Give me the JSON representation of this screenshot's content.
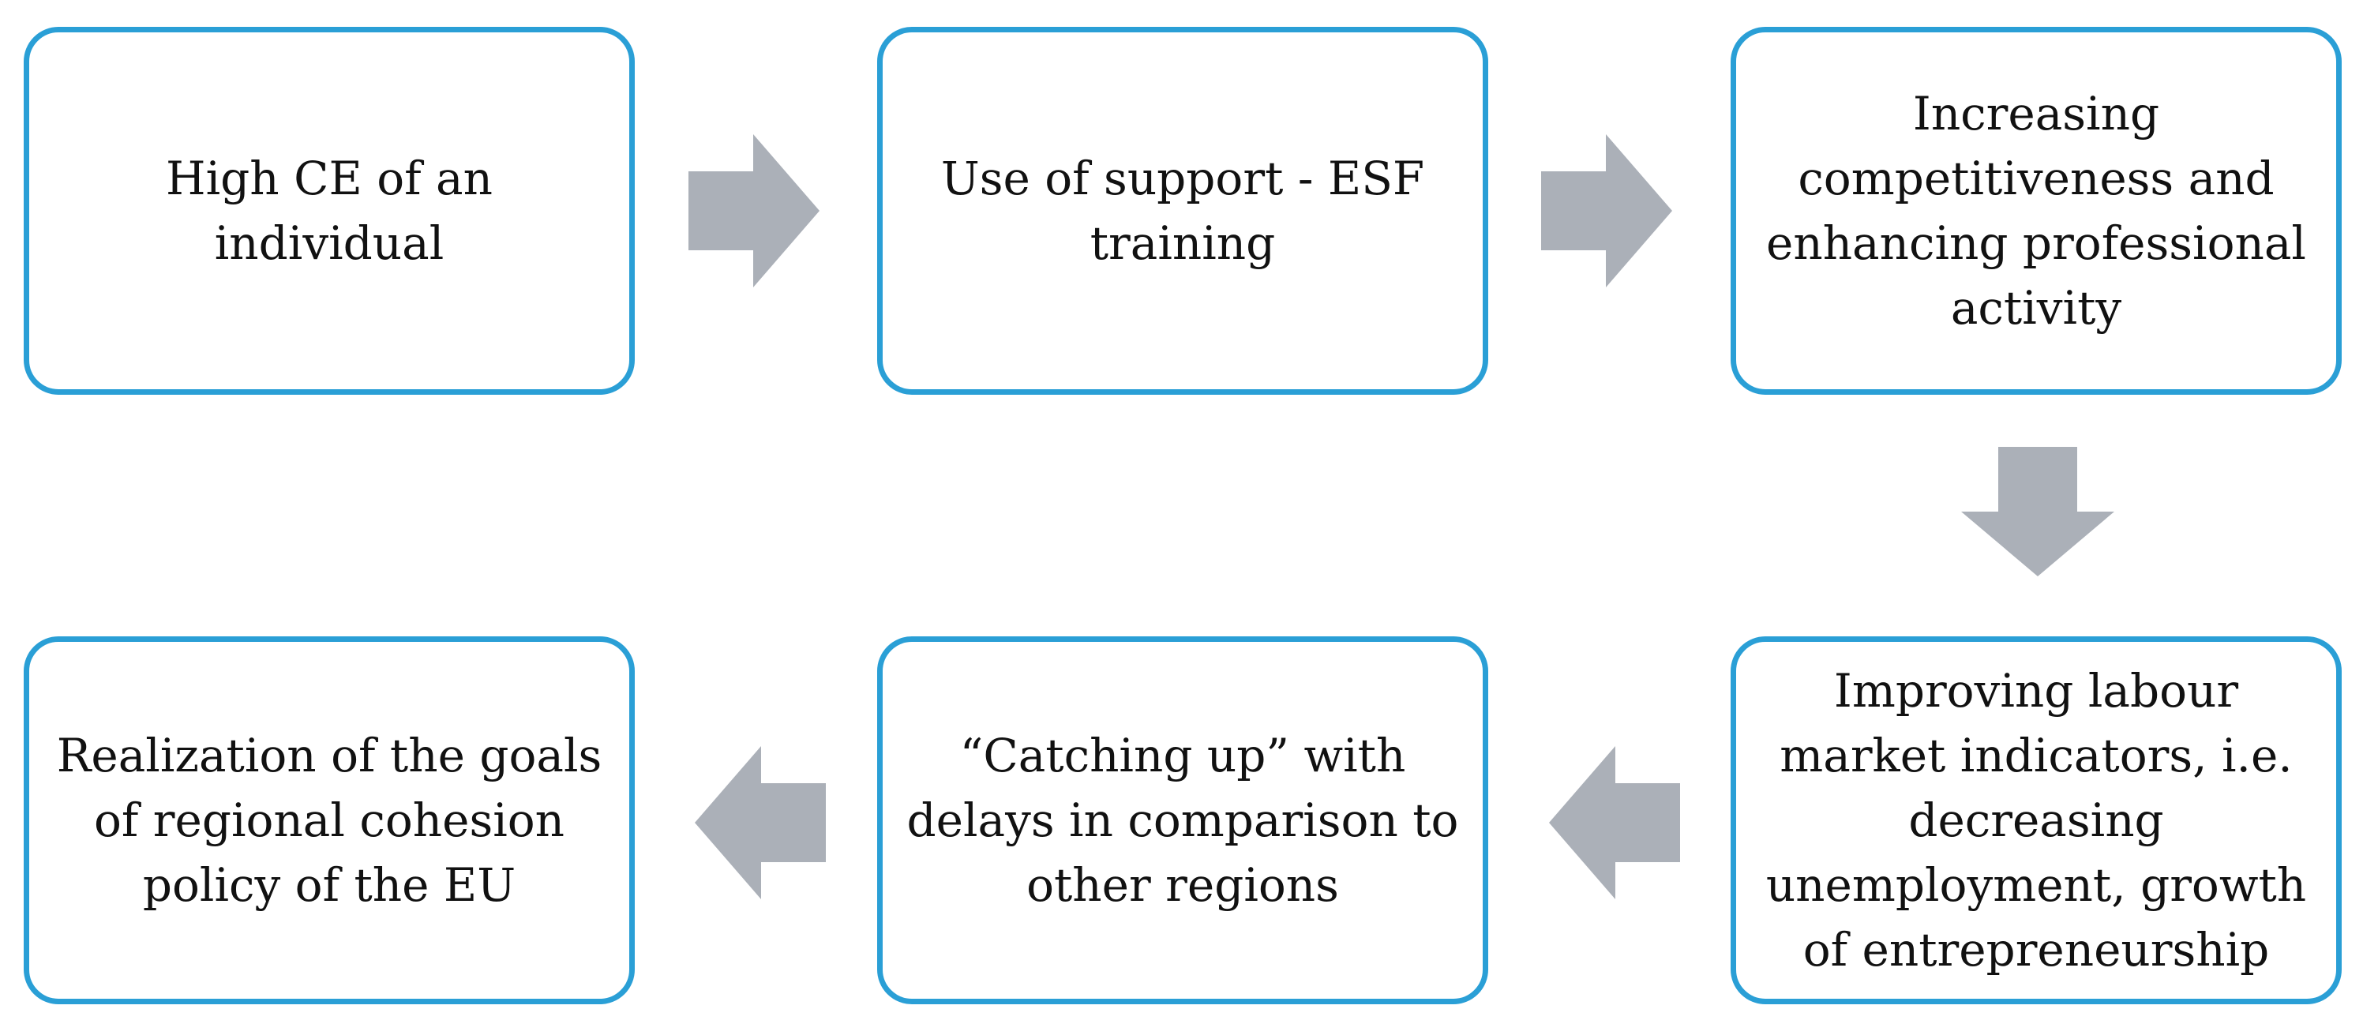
{
  "diagram": {
    "colors": {
      "box_border": "#2a9fd6",
      "arrow_fill": "#abb0b8",
      "text": "#111111"
    },
    "boxes": [
      {
        "id": "box-1",
        "text": "High CE of an individual"
      },
      {
        "id": "box-2",
        "text": "Use of support - ESF training"
      },
      {
        "id": "box-3",
        "text": "Increasing competitiveness and enhancing professional activity"
      },
      {
        "id": "box-4",
        "text": "Improving labour market indicators, i.e. decreasing unemployment, growth of entrepreneurship"
      },
      {
        "id": "box-5",
        "text": "“Catching up” with delays in comparison to other regions"
      },
      {
        "id": "box-6",
        "text": "Realization of the goals of regional cohesion policy of the EU"
      }
    ],
    "arrows": [
      {
        "from": "box-1",
        "to": "box-2",
        "direction": "right"
      },
      {
        "from": "box-2",
        "to": "box-3",
        "direction": "right"
      },
      {
        "from": "box-3",
        "to": "box-4",
        "direction": "down"
      },
      {
        "from": "box-4",
        "to": "box-5",
        "direction": "left"
      },
      {
        "from": "box-5",
        "to": "box-6",
        "direction": "left"
      }
    ]
  }
}
